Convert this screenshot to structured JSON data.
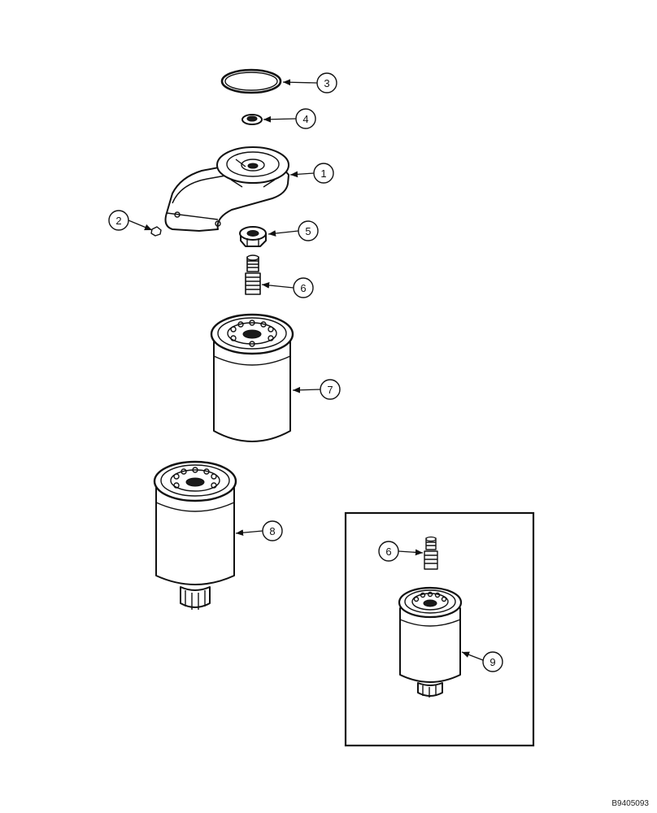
{
  "callouts": [
    {
      "id": "callout-1",
      "label": "1",
      "part": "filter-head"
    },
    {
      "id": "callout-2",
      "label": "2",
      "part": "plug"
    },
    {
      "id": "callout-3",
      "label": "3",
      "part": "o-ring"
    },
    {
      "id": "callout-4",
      "label": "4",
      "part": "seal"
    },
    {
      "id": "callout-5",
      "label": "5",
      "part": "nut"
    },
    {
      "id": "callout-6",
      "label": "6",
      "part": "adapter"
    },
    {
      "id": "callout-7",
      "label": "7",
      "part": "filter-element"
    },
    {
      "id": "callout-8",
      "label": "8",
      "part": "filter-with-drain"
    },
    {
      "id": "callout-6b",
      "label": "6",
      "part": "adapter-inset"
    },
    {
      "id": "callout-9",
      "label": "9",
      "part": "filter-kit"
    }
  ],
  "figure_id": "B9405093"
}
